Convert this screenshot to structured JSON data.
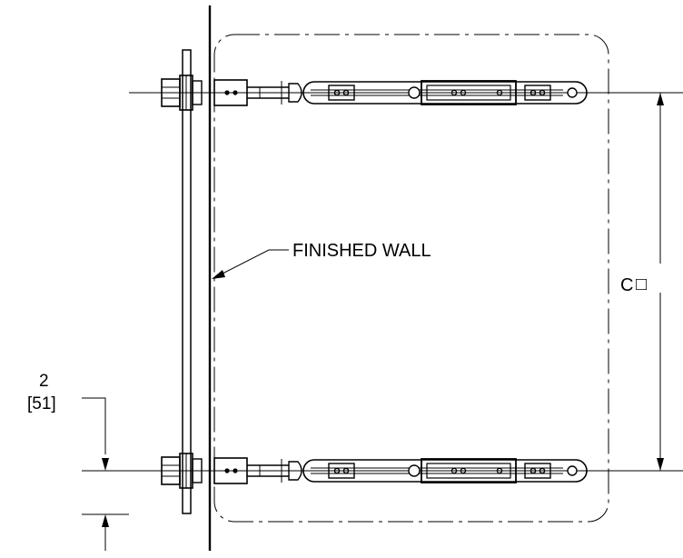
{
  "labels": {
    "finished_wall": "FINISHED WALL",
    "dim_c": "C",
    "dim_c_symbol": "□",
    "dim_2_in": "2",
    "dim_2_mm": "[51]"
  },
  "colors": {
    "line": "#000000",
    "background": "#ffffff"
  }
}
